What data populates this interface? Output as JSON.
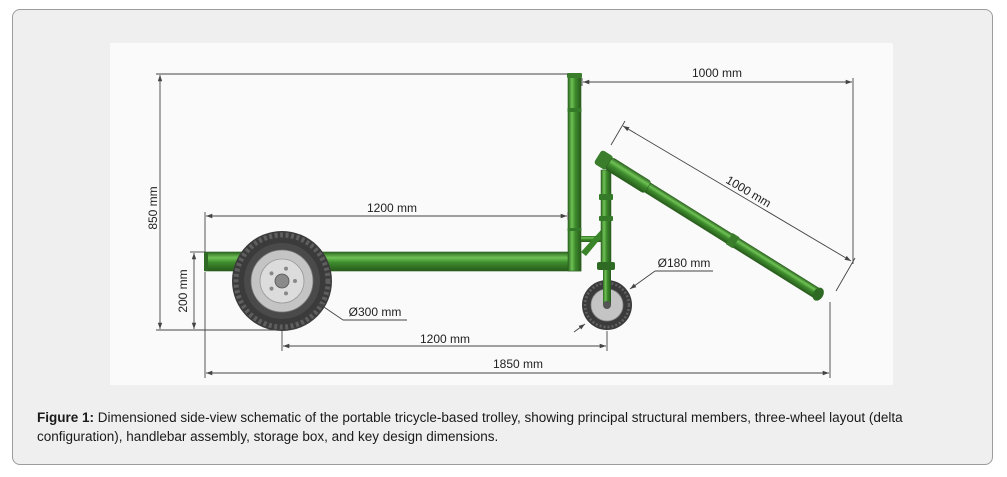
{
  "figure": {
    "caption_label": "Figure 1:",
    "caption_text": "Dimensioned side-view schematic of the portable tricycle-based trolley, showing principal structural members, three-wheel layout (delta configuration), handlebar assembly, storage box, and key design dimensions."
  },
  "dimensions": {
    "height_total": "850 mm",
    "height_frame": "200 mm",
    "frame_length": "1200 mm",
    "handlebar_reach": "1000 mm",
    "handlebar_length": "1000 mm",
    "front_wheel": "Ø180 mm",
    "rear_wheel": "Ø300 mm",
    "wheelbase": "1200 mm",
    "overall_length": "1850 mm"
  },
  "colors": {
    "frame_green": "#3e8c2d",
    "tire": "#3b3b3b",
    "rim": "#c4c4c4",
    "dimension_line": "#444444",
    "caption_text": "#1a1a1a",
    "panel_background": "#efefef"
  }
}
